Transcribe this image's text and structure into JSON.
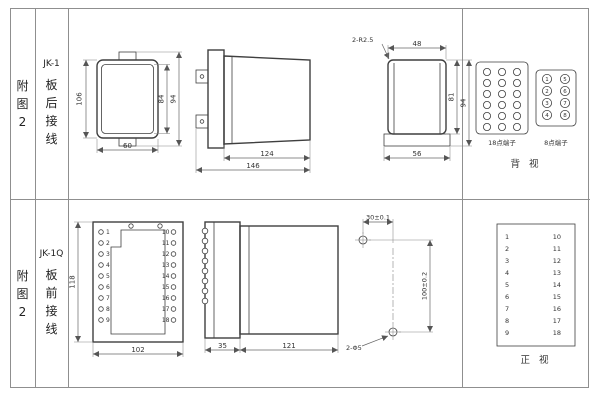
{
  "row1": {
    "fig_label": "附图2",
    "model": "JK-1",
    "wiring": "板后接线",
    "front": {
      "height_outer": "106",
      "height_inner": "84",
      "height_total": "94",
      "width": "60"
    },
    "side": {
      "body_len": "124",
      "total_len": "146"
    },
    "rear": {
      "radius_note": "2-R2.5",
      "top_w": "48",
      "inner_h": "81",
      "total_h": "94",
      "bottom_w": "56"
    },
    "rear_view": {
      "label_18": "18点端子",
      "label_8": "8点端子",
      "view_label": "背 视",
      "points8": [
        "1",
        "5",
        "2",
        "6",
        "3",
        "7",
        "4",
        "8"
      ]
    }
  },
  "row2": {
    "fig_label": "附图2",
    "model": "JK-1Q",
    "wiring": "板前接线",
    "front": {
      "height": "118",
      "width": "102",
      "left_terminals": [
        "1",
        "2",
        "3",
        "4",
        "5",
        "6",
        "7",
        "8",
        "9"
      ],
      "right_terminals": [
        "10",
        "11",
        "12",
        "13",
        "14",
        "15",
        "16",
        "17",
        "18"
      ]
    },
    "side": {
      "board_depth": "35",
      "body_len": "121"
    },
    "drill": {
      "h_dim": "30±0.1",
      "v_dim": "100±0.2",
      "hole_note": "2-Φ5"
    },
    "front_view": {
      "left": [
        "1",
        "2",
        "3",
        "4",
        "5",
        "6",
        "7",
        "8",
        "9"
      ],
      "right": [
        "10",
        "11",
        "12",
        "13",
        "14",
        "15",
        "16",
        "17",
        "18"
      ],
      "view_label": "正 视"
    }
  }
}
